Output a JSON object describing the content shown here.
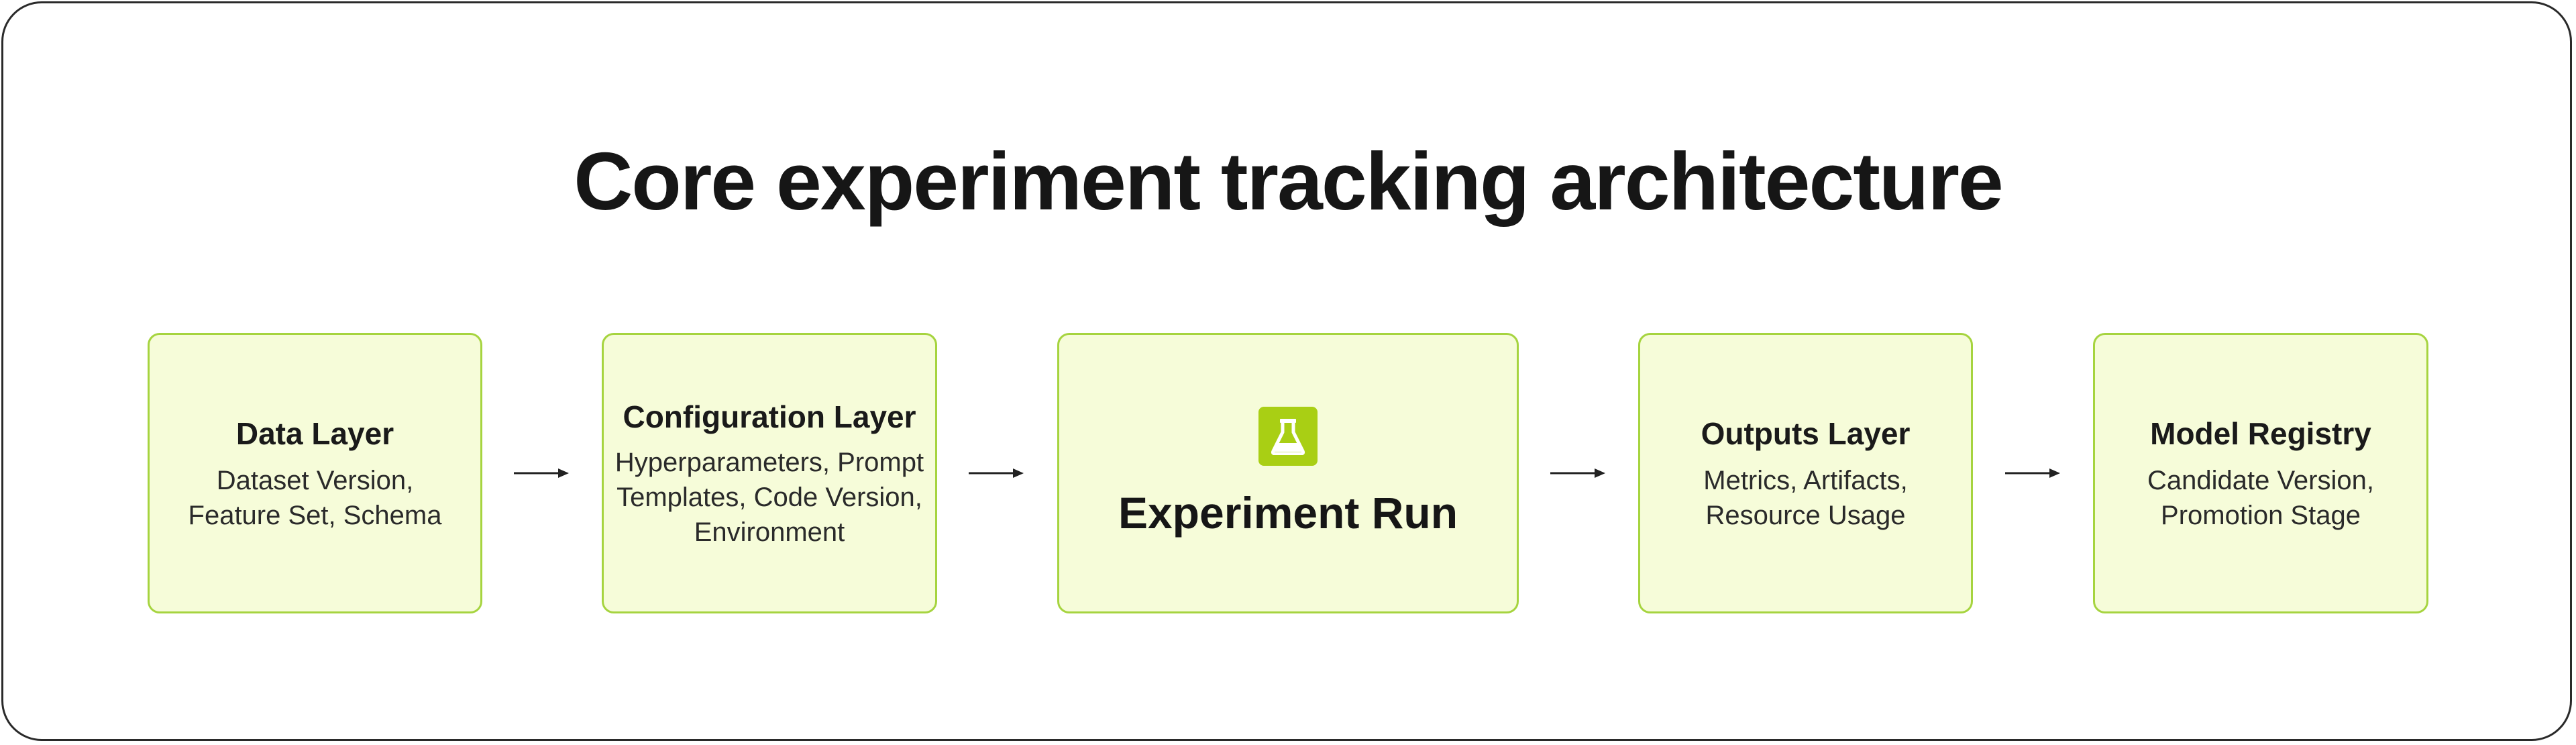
{
  "title": "Core experiment tracking architecture",
  "nodes": [
    {
      "title": "Data Layer",
      "description": "Dataset Version, Feature Set, Schema"
    },
    {
      "title": "Configuration Layer",
      "description": "Hyperparameters, Prompt Templates, Code Version, Environment"
    },
    {
      "title": "Experiment Run",
      "icon": "flask-icon"
    },
    {
      "title": "Outputs Layer",
      "description": "Metrics, Artifacts, Resource Usage"
    },
    {
      "title": "Model Registry",
      "description": "Candidate Version, Promotion Stage"
    }
  ],
  "colors": {
    "node_fill": "#f6fcd9",
    "node_border": "#a6d43f",
    "accent": "#a9cf14",
    "text": "#1a1a1a"
  }
}
